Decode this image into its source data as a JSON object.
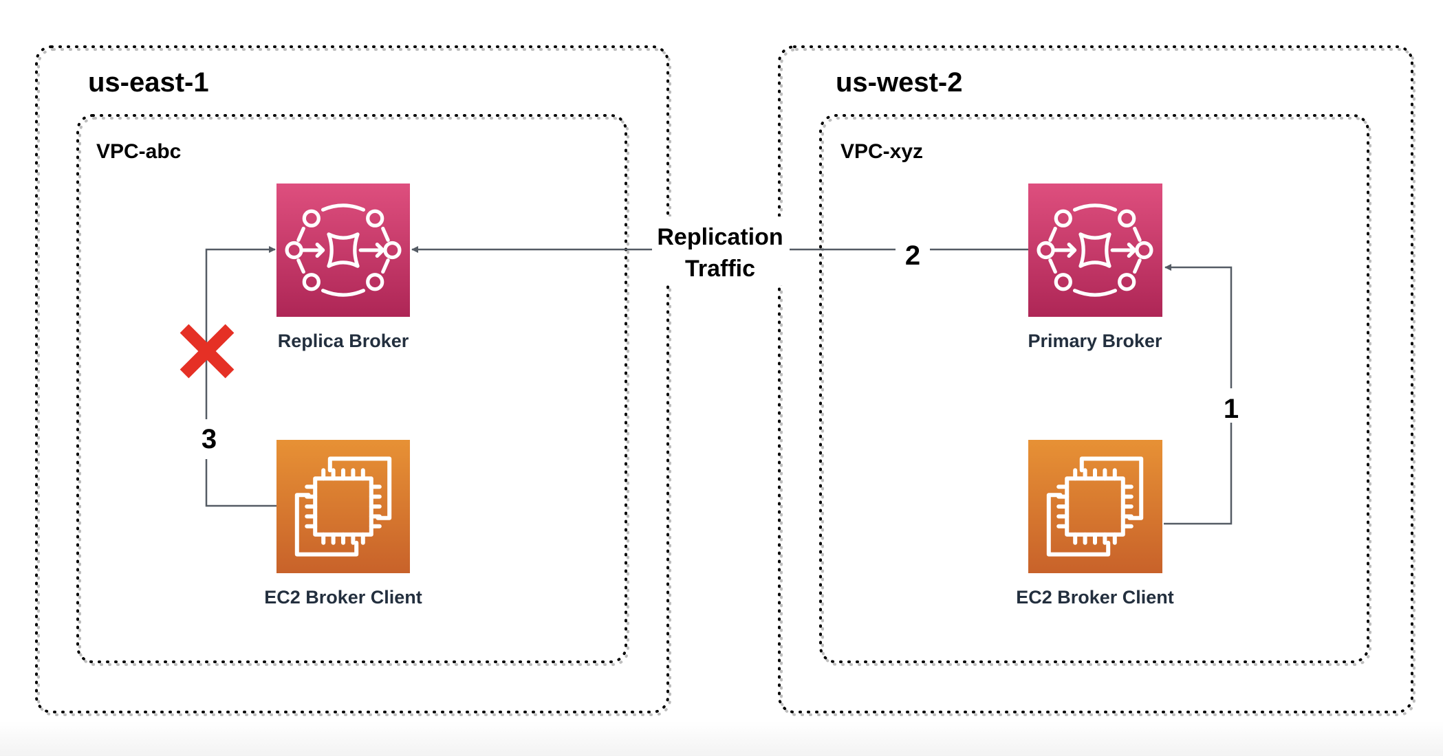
{
  "regions": [
    {
      "name": "us-east-1",
      "vpc": "VPC-abc"
    },
    {
      "name": "us-west-2",
      "vpc": "VPC-xyz"
    }
  ],
  "nodes": {
    "replica_broker": {
      "label": "Replica Broker",
      "icon": "amazon-mq-icon"
    },
    "ec2_client_east": {
      "label": "EC2 Broker Client",
      "icon": "ec2-icon"
    },
    "primary_broker": {
      "label": "Primary Broker",
      "icon": "amazon-mq-icon"
    },
    "ec2_client_west": {
      "label": "EC2 Broker Client",
      "icon": "ec2-icon"
    }
  },
  "edges": {
    "replication": {
      "label_line1": "Replication",
      "label_line2": "Traffic",
      "step": "2"
    },
    "client_west_to_primary": {
      "step": "1"
    },
    "client_east_to_replica": {
      "step": "3",
      "status": "blocked"
    }
  },
  "colors": {
    "mq_gradient_top": "#de4f7e",
    "mq_gradient_bottom": "#ae2656",
    "ec2_gradient_top": "#e79135",
    "ec2_gradient_bottom": "#c8622a",
    "edge": "#545b64",
    "blocked_x": "#e53025"
  }
}
